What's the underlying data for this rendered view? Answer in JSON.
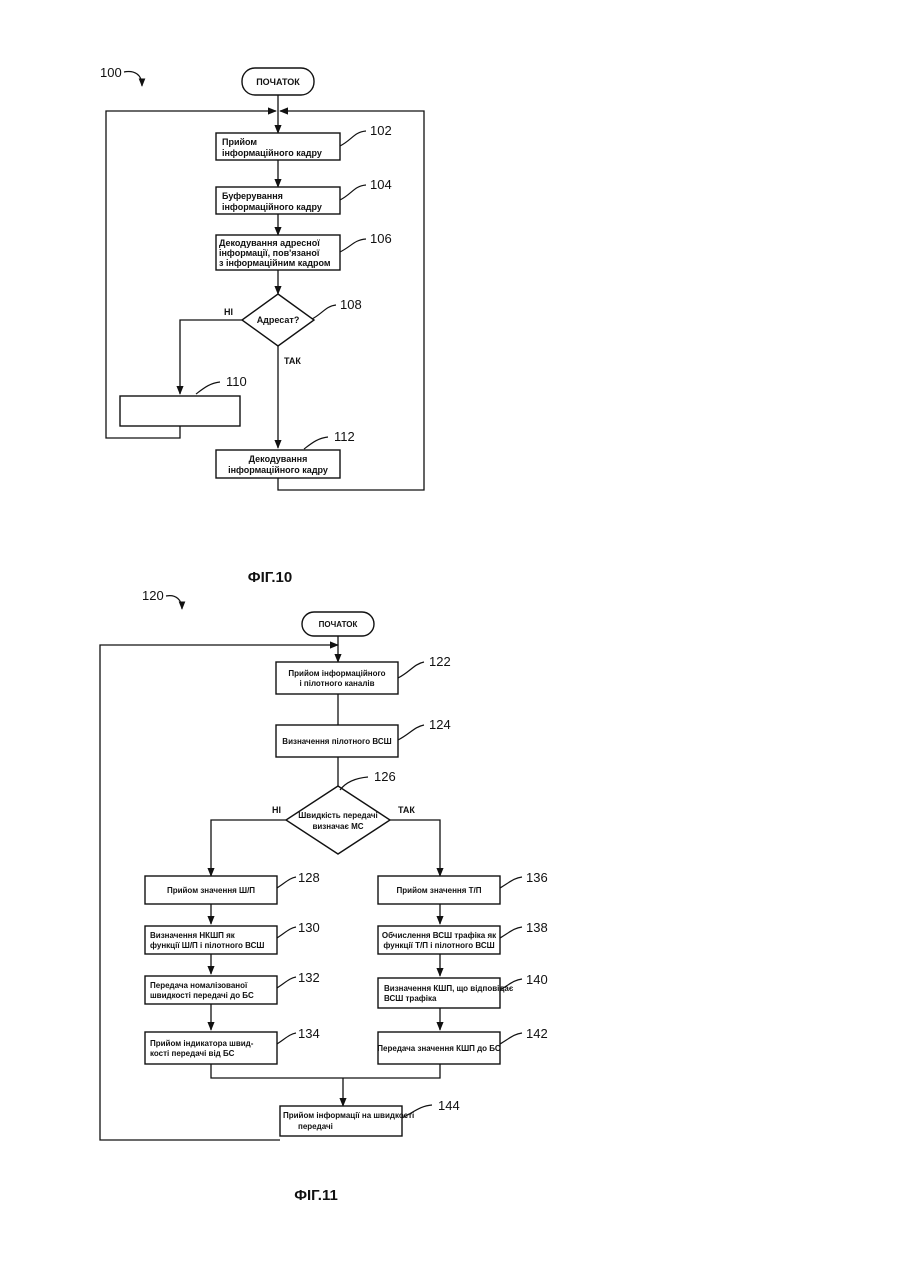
{
  "fig10": {
    "ref": "100",
    "start": "ПОЧАТОК",
    "caption": "ФІГ.10",
    "no_label": "НІ",
    "yes_label": "ТАК",
    "steps": {
      "s102": {
        "ref": "102",
        "lines": [
          "Прийом",
          "інформаційного кадру"
        ]
      },
      "s104": {
        "ref": "104",
        "lines": [
          "Буферування",
          "інформаційного кадру"
        ]
      },
      "s106": {
        "ref": "106",
        "lines": [
          "Декодування адресної",
          "інформації, пов'язаної",
          "з інформаційним кадром"
        ]
      },
      "s108": {
        "ref": "108",
        "lines": [
          "Адресат?"
        ]
      },
      "s110": {
        "ref": "110",
        "lines": []
      },
      "s112": {
        "ref": "112",
        "lines": [
          "Декодування",
          "інформаційного кадру"
        ]
      }
    }
  },
  "fig11": {
    "ref": "120",
    "start": "ПОЧАТОК",
    "caption": "ФІГ.11",
    "no_label": "НІ",
    "yes_label": "ТАК",
    "steps": {
      "s122": {
        "ref": "122",
        "lines": [
          "Прийом інформаційного",
          "і пілотного каналів"
        ]
      },
      "s124": {
        "ref": "124",
        "lines": [
          "Визначення пілотного ВСШ"
        ]
      },
      "s126": {
        "ref": "126",
        "lines": [
          "Швидкість передачі",
          "визначає МС"
        ]
      },
      "s128": {
        "ref": "128",
        "lines": [
          "Прийом значення Ш/П"
        ]
      },
      "s130": {
        "ref": "130",
        "lines": [
          "Визначення НКШП як",
          "функції Ш/П і пілотного ВСШ"
        ]
      },
      "s132": {
        "ref": "132",
        "lines": [
          "Передача номалізованої",
          "швидкості передачі до БС"
        ]
      },
      "s134": {
        "ref": "134",
        "lines": [
          "Прийом індикатора швид-",
          "кості передачі від БС"
        ]
      },
      "s136": {
        "ref": "136",
        "lines": [
          "Прийом значення Т/П"
        ]
      },
      "s138": {
        "ref": "138",
        "lines": [
          "Обчислення ВСШ трафіка як",
          "функції Т/П і пілотного ВСШ"
        ]
      },
      "s140": {
        "ref": "140",
        "lines": [
          "Визначення КШП, що відповідає",
          "ВСШ трафіка"
        ]
      },
      "s142": {
        "ref": "142",
        "lines": [
          "Передача значення КШП до БС"
        ]
      },
      "s144": {
        "ref": "144",
        "lines": [
          "Прийом інформації на швидкості",
          "передачі"
        ]
      }
    }
  }
}
